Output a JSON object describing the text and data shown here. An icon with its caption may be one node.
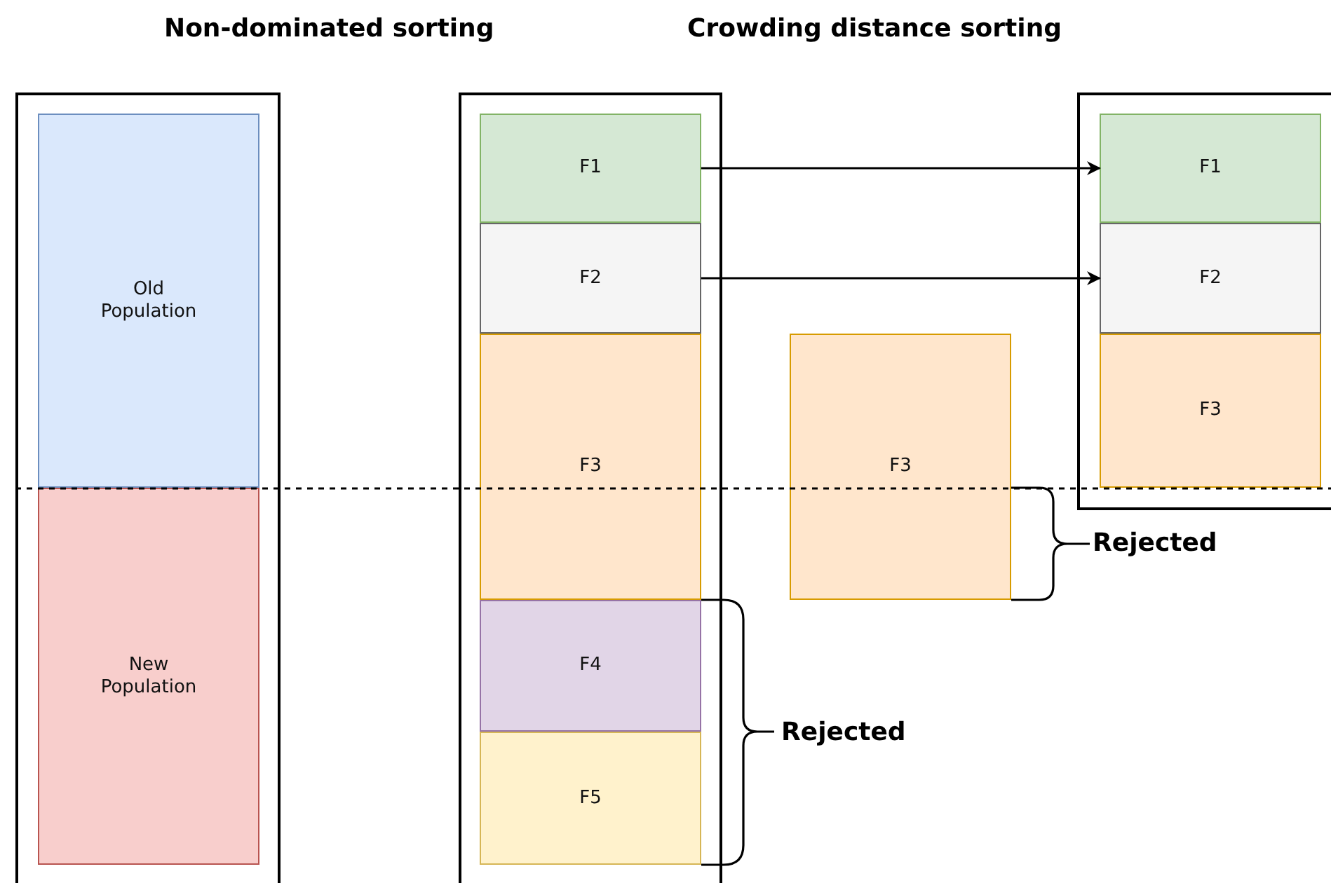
{
  "diagram": {
    "nodes": [
      {
        "text": [],
        "shape": "box"
      },
      {
        "text": [
          "Old Population"
        ],
        "in": 0
      },
      {
        "text": [
          "New Population"
        ],
        "in": 0
      },
      {
        "text": [],
        "shape": "box"
      },
      {
        "text": [
          "F1"
        ],
        "in": 3
      },
      {
        "text": [
          "F2"
        ],
        "in": 3
      },
      {
        "text": [
          "F3"
        ],
        "in": 3
      },
      {
        "text": [
          "F4"
        ],
        "in": 3
      },
      {
        "text": [
          "F5"
        ],
        "in": 3
      },
      {
        "text": [
          "F3"
        ]
      },
      {
        "text": [],
        "shape": "box"
      },
      {
        "text": [
          "F1"
        ],
        "in": 10
      },
      {
        "text": [
          "F2"
        ],
        "in": 10
      },
      {
        "text": [
          "F3"
        ],
        "in": 10
      }
    ],
    "edges": [
      {
        "from": 4,
        "to": 11,
        "arrow": "to"
      },
      {
        "from": 5,
        "to": 12,
        "arrow": "to"
      }
    ],
    "labels": [
      "Non-dominated sorting",
      "Crowding distance sorting",
      "Rejected",
      "Rejected"
    ]
  }
}
